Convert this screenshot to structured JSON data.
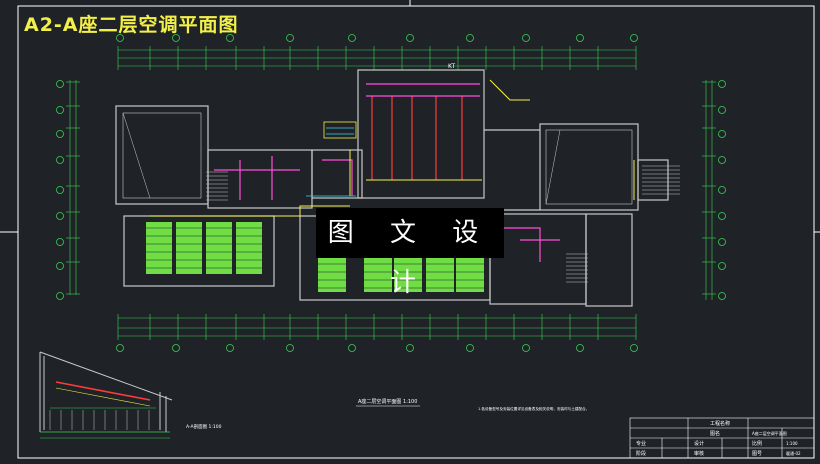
{
  "drawing": {
    "title": "A2-A座二层空调平面图",
    "overlay_text": "图 文 设 计",
    "plan_caption": "A座二层空调平面图 1:100",
    "detail_caption": "A-A剖面图 1:100",
    "note_text": "1.各设备型号及安装位置详见设备表及相关说明，安装时与土建配合。",
    "label_kt": "KT"
  },
  "title_block": {
    "project_label": "工程名称",
    "drawing_label": "图名",
    "drawing_name": "A座二层空调平面图",
    "design_label": "设计",
    "review_label": "审核",
    "scale_label": "比例",
    "scale_value": "1:100",
    "drawing_no_label": "图号",
    "drawing_no_value": "暖通-02",
    "specialty_label": "专业",
    "stage_label": "阶段"
  },
  "colors": {
    "background": "#1f2327",
    "wall": "#c9c9c9",
    "dimension": "#39d353",
    "duct": "#ff3b3b",
    "pipe": "#ff4fd8",
    "equipment": "#7cff4a",
    "accent_yellow": "#f4f04a",
    "frame": "#ffffff"
  }
}
